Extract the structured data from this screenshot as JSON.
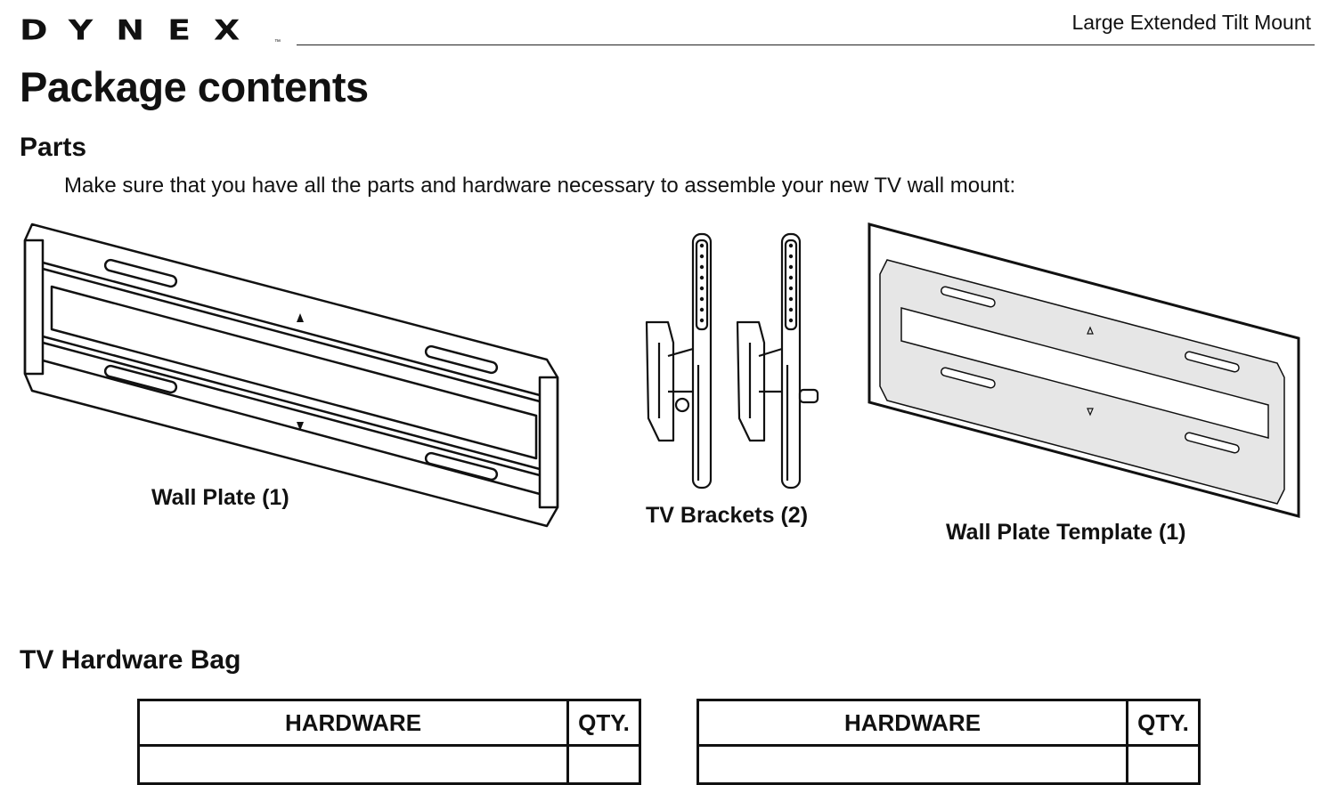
{
  "header": {
    "logo_text": "DYNEX",
    "logo_mark": "™",
    "doc_title": "Large Extended Tilt Mount"
  },
  "page": {
    "title": "Package contents"
  },
  "parts": {
    "heading": "Parts",
    "intro": "Make sure that you have all the parts and hardware necessary to assemble your new TV wall mount:",
    "items": [
      {
        "label": "Wall Plate (1)",
        "icon": "wall-plate-illustration"
      },
      {
        "label": "TV Brackets (2)",
        "icon": "tv-brackets-illustration"
      },
      {
        "label": "Wall Plate Template (1)",
        "icon": "wall-plate-template-illustration"
      }
    ]
  },
  "hardware_bag": {
    "heading": "TV Hardware Bag",
    "tables": [
      {
        "headers": [
          "HARDWARE",
          "QTY."
        ]
      },
      {
        "headers": [
          "HARDWARE",
          "QTY."
        ]
      }
    ]
  },
  "colors": {
    "ink": "#111111",
    "template_fill": "#e6e6e6"
  }
}
